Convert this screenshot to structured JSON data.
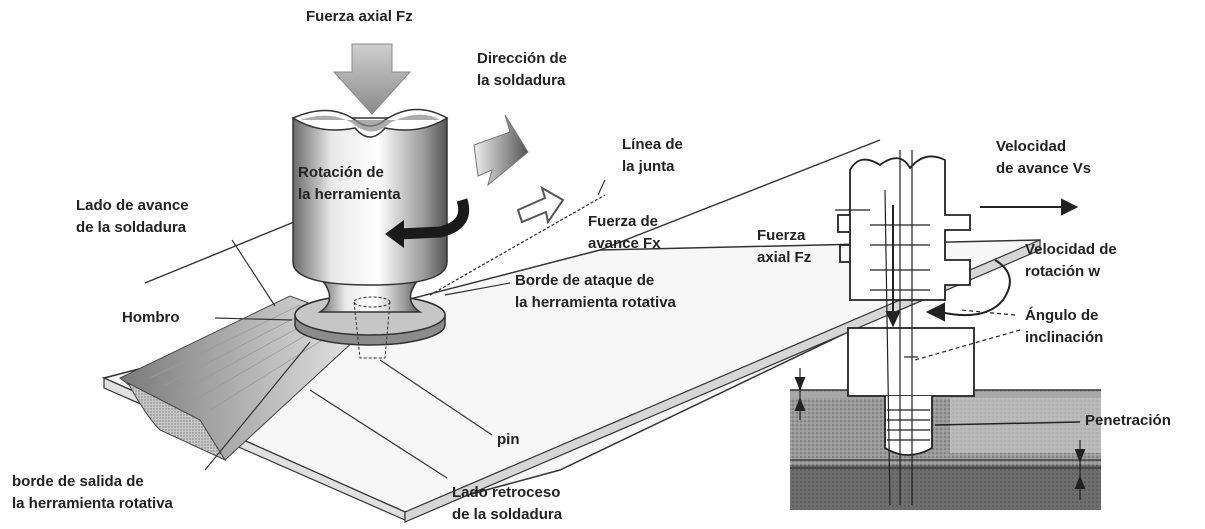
{
  "left": {
    "axial_force": "Fuerza axial Fz",
    "weld_direction": [
      "Dirección de",
      "la soldadura"
    ],
    "joint_line": [
      "Línea de",
      "la junta"
    ],
    "tool_rotation": [
      "Rotación de",
      "la herramienta"
    ],
    "advance_force": [
      "Fuerza de",
      "avance Fx"
    ],
    "advancing_side": [
      "Lado de avance",
      "de la soldadura"
    ],
    "leading_edge": [
      "Borde de ataque de",
      "la herramienta rotativa"
    ],
    "shoulder": "Hombro",
    "pin": "pin",
    "trailing_edge": [
      "borde de salida de",
      "la herramienta rotativa"
    ],
    "retreating_side": [
      "Lado retroceso",
      "de la soldadura"
    ]
  },
  "right": {
    "travel_speed": [
      "Velocidad",
      "de avance Vs"
    ],
    "axial_force": [
      "Fuerza",
      "axial Fz"
    ],
    "rotation_speed": [
      "Velocidad de",
      "rotación w"
    ],
    "tilt_angle": [
      "Ángulo de",
      "inclinación"
    ],
    "penetration": "Penetración"
  },
  "colors": {
    "text": "#222222",
    "arrow": "#333333",
    "line": "#333333"
  }
}
